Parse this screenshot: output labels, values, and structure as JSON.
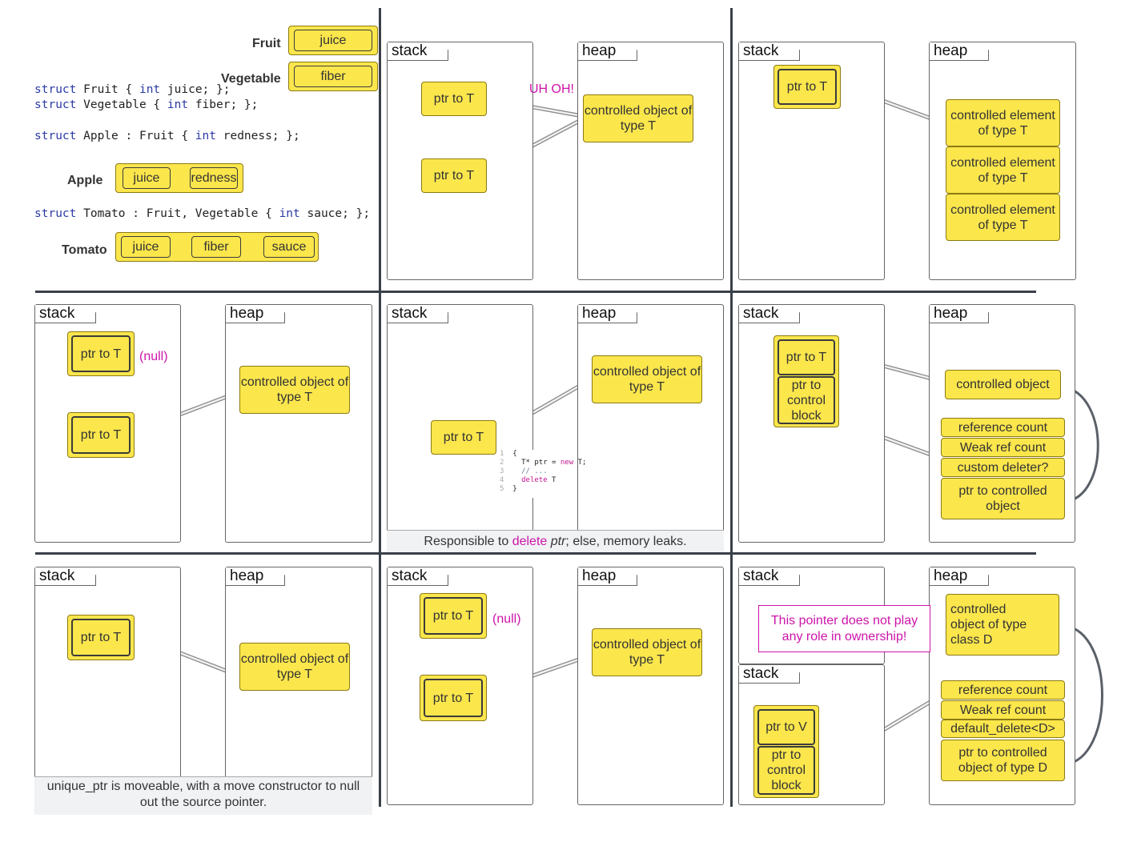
{
  "labels": {
    "stack": "stack",
    "heap": "heap",
    "ptr_to_t": "ptr to T",
    "ptr_to_v": "ptr to V",
    "ptr_to_control_block": "ptr to control block",
    "controlled_object_of_type_t": "controlled object of type T",
    "controlled_element_of_type_t": "controlled element of type T",
    "controlled_object": "controlled object",
    "controlled_object_of_type_class_d": "controlled object of type class D",
    "reference_count": "reference count",
    "weak_ref_count": "Weak ref count",
    "custom_deleter": "custom deleter?",
    "default_delete": "default_delete<D>",
    "ptr_to_controlled_object": "ptr to controlled object",
    "ptr_to_controlled_object_of_type_d": "ptr to controlled object of type D",
    "null": "(null)",
    "uh_oh": "UH OH!"
  },
  "structs": {
    "fruit_label": "Fruit",
    "vegetable_label": "Vegetable",
    "apple_label": "Apple",
    "tomato_label": "Tomato",
    "fields": {
      "juice": "juice",
      "fiber": "fiber",
      "redness": "redness",
      "sauce": "sauce"
    },
    "code": {
      "kw_struct": "struct",
      "kw_int": "int",
      "fruit_a": " Fruit { ",
      "fruit_b": " juice; };",
      "vegetable_a": " Vegetable { ",
      "vegetable_b": " fiber; };",
      "apple_a": " Apple : Fruit { ",
      "apple_b": " redness; };",
      "tomato_a": " Tomato : Fruit, Vegetable { ",
      "tomato_b": " sauce; };"
    }
  },
  "raw_ptr_panel": {
    "caption_pre": "Responsible to ",
    "caption_delete": "delete",
    "caption_ptr": "ptr",
    "caption_post": "; else, memory leaks.",
    "snippet": {
      "line_numbers": [
        "1",
        "2",
        "3",
        "4",
        "5"
      ],
      "open_brace": "{",
      "l2_a": "T* ptr = ",
      "l2_new": "new",
      "l2_b": " T;",
      "l3": "// ...",
      "l4_delete": "delete",
      "l4_b": " T",
      "close_brace": "}"
    }
  },
  "unique_ptr_caption": "unique_ptr is moveable, with a move constructor to null out the source pointer.",
  "aliasing_note": "This pointer does not play any role in ownership!",
  "colors": {
    "box_fill": "#fbe64c",
    "accent_magenta": "#cc14a9",
    "divider": "#3a4048"
  }
}
